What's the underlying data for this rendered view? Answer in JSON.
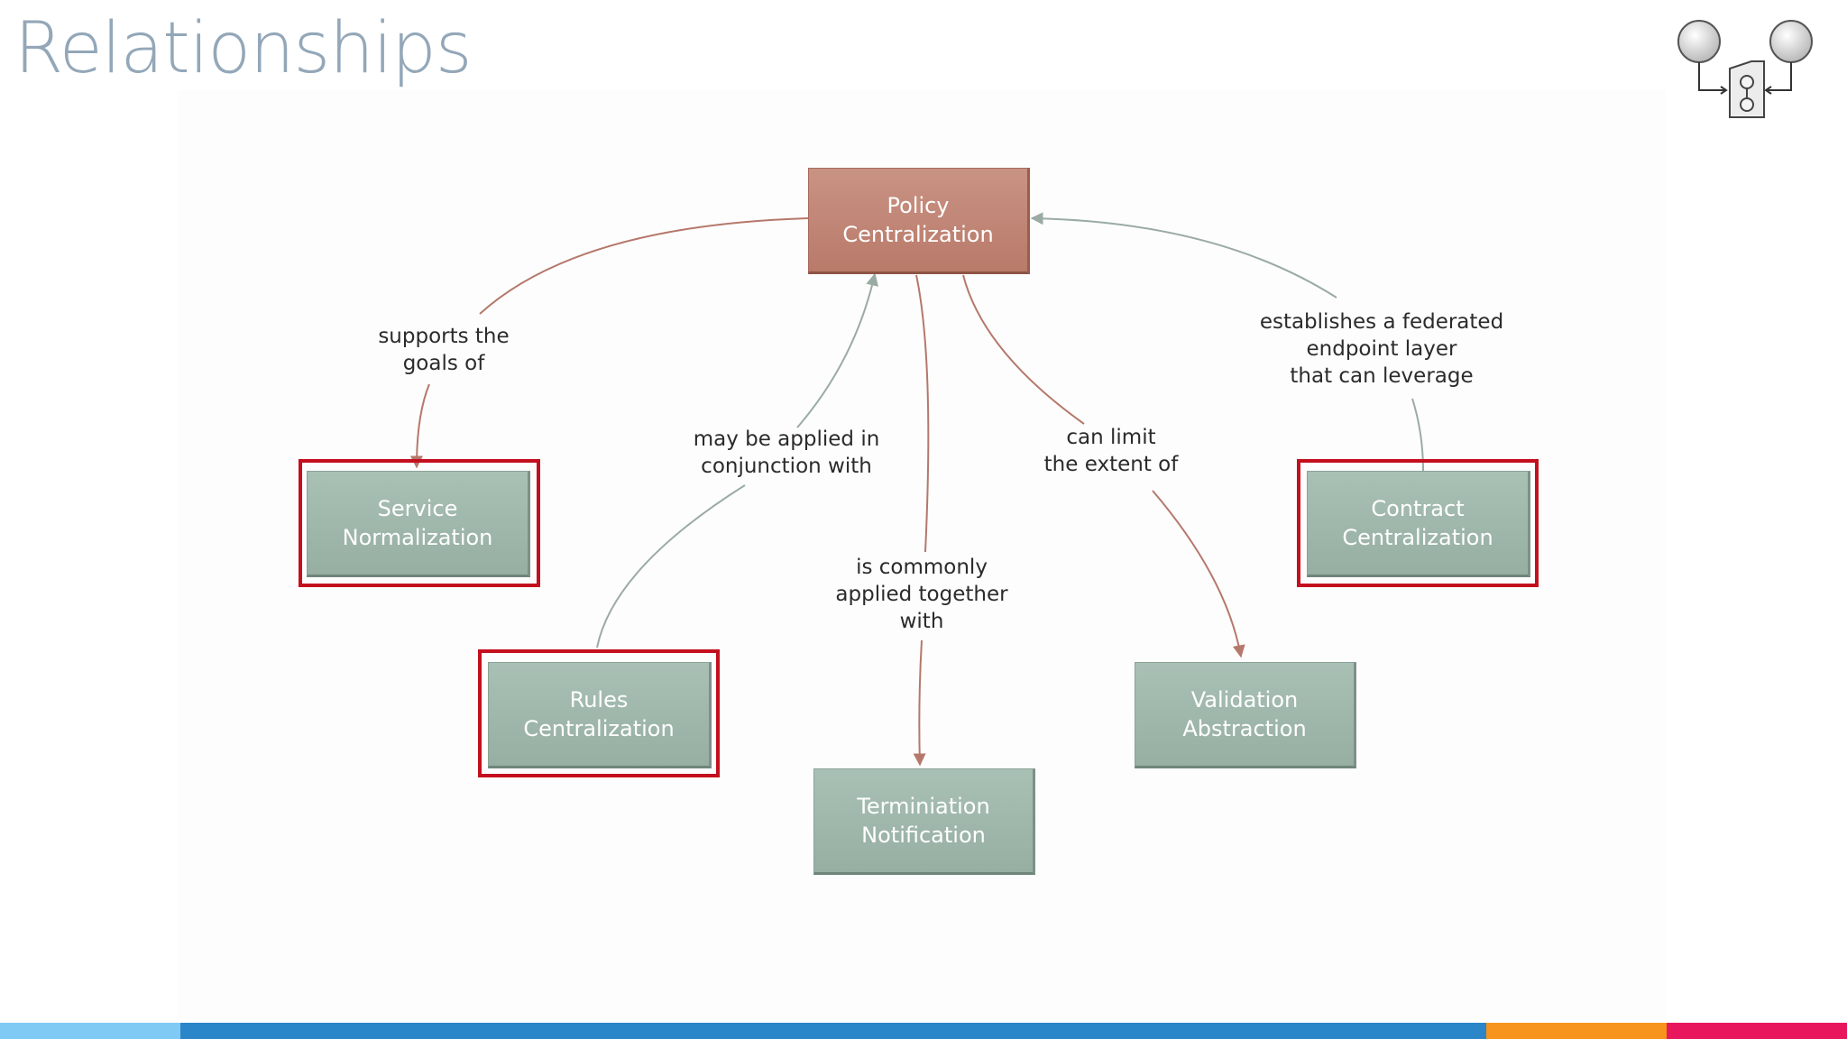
{
  "slide": {
    "title": "Relationships"
  },
  "diagram": {
    "nodes": {
      "policy": "Policy\nCentralization",
      "service": "Service\nNormalization",
      "contract": "Contract\nCentralization",
      "rules": "Rules\nCentralization",
      "termination": "Terminiation\nNotification",
      "validation": "Validation\nAbstraction"
    },
    "edge_labels": {
      "supports": "supports the\ngoals of",
      "applied": "may be applied in\nconjunction with",
      "common": "is commonly\napplied together\nwith",
      "limit": "can limit\nthe extent of",
      "federated": "establishes a federated\nendpoint layer\nthat can leverage"
    },
    "highlighted_nodes": [
      "service",
      "contract",
      "rules"
    ]
  },
  "colors": {
    "title": "#93a7b8",
    "node_green": "#a3bbaf",
    "node_red": "#c08878",
    "highlight": "#c4101e",
    "edge_red": "#b5786b",
    "edge_gray": "#9aaba4",
    "bar": [
      "#7fcaf5",
      "#2a86c8",
      "#f7941d",
      "#e8175d"
    ]
  },
  "icons": {
    "logo": "service-composition-logo-icon"
  }
}
